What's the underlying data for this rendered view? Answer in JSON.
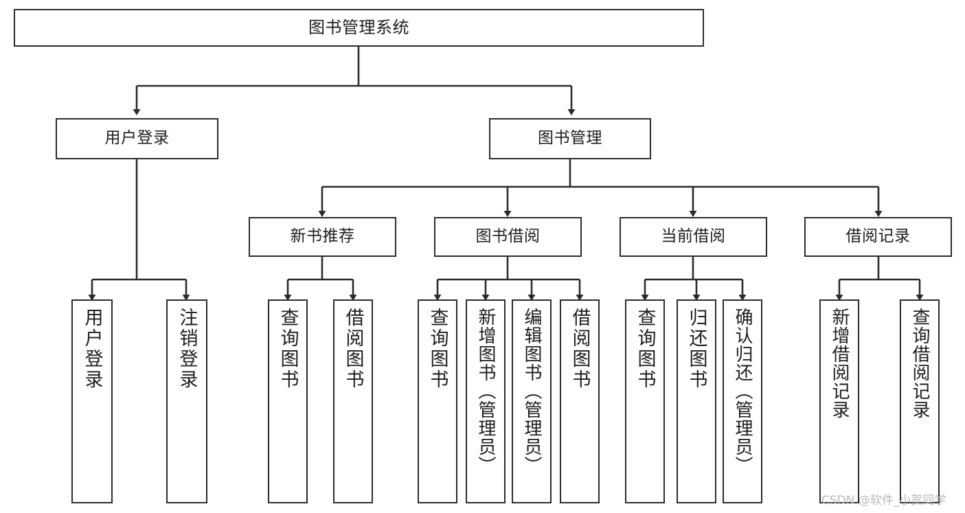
{
  "diagram": {
    "title": "图书管理系统",
    "type": "hierarchy-tree",
    "watermark": "CSDN @软件_小贺同学",
    "colors": {
      "background": "#ffffff",
      "box_border": "#2b2b2b",
      "box_fill": "#ffffff",
      "connector": "#2b2b2b",
      "text": "#1d1d1d",
      "watermark": "#b9b9b9"
    },
    "nodes": {
      "root": {
        "label": "图书管理系统"
      },
      "level2": [
        {
          "label": "用户登录"
        },
        {
          "label": "图书管理"
        }
      ],
      "level3": [
        {
          "label": "新书推荐"
        },
        {
          "label": "图书借阅"
        },
        {
          "label": "当前借阅"
        },
        {
          "label": "借阅记录"
        }
      ],
      "leaves": [
        {
          "label": "用户登录",
          "parent": "用户登录"
        },
        {
          "label": "注销登录",
          "parent": "用户登录"
        },
        {
          "label": "查询图书",
          "parent": "新书推荐"
        },
        {
          "label": "借阅图书",
          "parent": "新书推荐"
        },
        {
          "label": "查询图书",
          "parent": "图书借阅"
        },
        {
          "label": "新增图书（管理员）",
          "parent": "图书借阅"
        },
        {
          "label": "编辑图书（管理员）",
          "parent": "图书借阅"
        },
        {
          "label": "借阅图书",
          "parent": "图书借阅"
        },
        {
          "label": "查询图书",
          "parent": "当前借阅"
        },
        {
          "label": "归还图书",
          "parent": "当前借阅"
        },
        {
          "label": "确认归还（管理员）",
          "parent": "当前借阅"
        },
        {
          "label": "新增借阅记录",
          "parent": "借阅记录"
        },
        {
          "label": "查询借阅记录",
          "parent": "借阅记录"
        }
      ]
    }
  }
}
